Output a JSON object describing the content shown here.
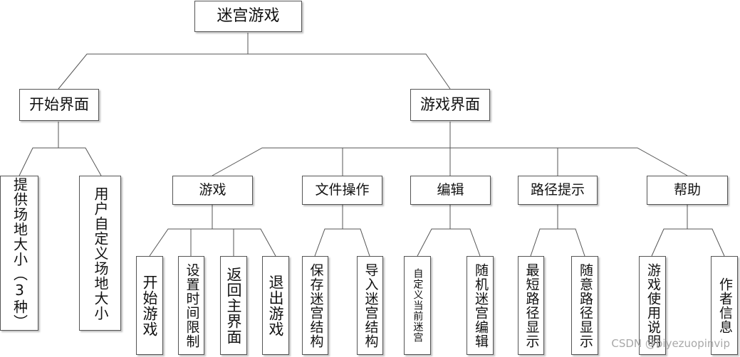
{
  "root": {
    "label": "迷宫游戏"
  },
  "start_screen": {
    "label": "开始界面",
    "items": [
      "提供场地大小（3种）",
      "用户自定义场地大小"
    ]
  },
  "game_screen": {
    "label": "游戏界面",
    "groups": [
      {
        "label": "游戏",
        "items": [
          "开始游戏",
          "设置时间限制",
          "返回主界面",
          "退出游戏"
        ]
      },
      {
        "label": "文件操作",
        "items": [
          "保存迷宫结构",
          "导入迷宫结构"
        ]
      },
      {
        "label": "编辑",
        "items": [
          "自定义当前迷宫",
          "随机迷宫编辑"
        ]
      },
      {
        "label": "路径提示",
        "items": [
          "最短路径显示",
          "随意路径显示"
        ]
      },
      {
        "label": "帮助",
        "items": [
          "游戏使用说明",
          "作者信息"
        ]
      }
    ]
  },
  "watermark": "CSDN @biyezuopinvip",
  "colors": {
    "line": "#555555",
    "box_border": "#555555",
    "watermark": "#a8a8a8"
  }
}
